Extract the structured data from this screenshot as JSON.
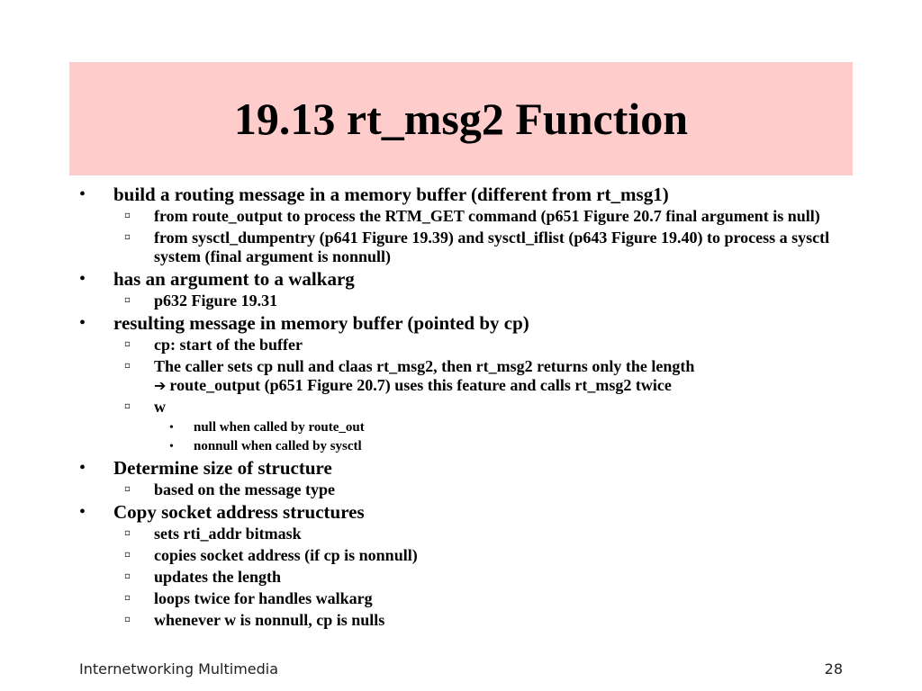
{
  "title": "19.13 rt_msg2 Function",
  "colors": {
    "title_background": "#ffcccc",
    "text": "#000000"
  },
  "bullets": [
    {
      "level": 1,
      "text": "build a routing message in a memory buffer (different from rt_msg1)"
    },
    {
      "level": 2,
      "text": "from route_output to process the RTM_GET command (p651 Figure 20.7 final argument is null)"
    },
    {
      "level": 2,
      "text": "from sysctl_dumpentry (p641 Figure 19.39) and sysctl_iflist (p643 Figure 19.40) to process a sysctl system (final argument is nonnull)"
    },
    {
      "level": 1,
      "text": "has an argument to a walkarg"
    },
    {
      "level": 2,
      "text": "p632 Figure 19.31"
    },
    {
      "level": 1,
      "text": "resulting message in memory buffer (pointed by cp)"
    },
    {
      "level": 2,
      "text": "cp: start of the buffer"
    },
    {
      "level": 2,
      "text": "The caller sets cp null and claas rt_msg2, then rt_msg2 returns only the length",
      "continuation": "route_output (p651 Figure 20.7) uses this feature and calls rt_msg2 twice"
    },
    {
      "level": 2,
      "text": "w"
    },
    {
      "level": 3,
      "text": "null when called by route_out"
    },
    {
      "level": 3,
      "text": "nonnull when called by sysctl"
    },
    {
      "level": 1,
      "text": "Determine size of structure"
    },
    {
      "level": 2,
      "text": "based on the message type"
    },
    {
      "level": 1,
      "text": "Copy socket address structures"
    },
    {
      "level": 2,
      "text": "sets rti_addr bitmask"
    },
    {
      "level": 2,
      "text": "copies socket address (if cp is nonnull)"
    },
    {
      "level": 2,
      "text": "updates the length"
    },
    {
      "level": 2,
      "text": "loops twice for handles walkarg"
    },
    {
      "level": 2,
      "text": "whenever w is nonnull, cp is nulls"
    }
  ],
  "markers": {
    "level1": "•",
    "level2": "▫",
    "level3": "•",
    "arrow": "➔"
  },
  "footer": {
    "left": "Internetworking Multimedia",
    "right": "28"
  }
}
